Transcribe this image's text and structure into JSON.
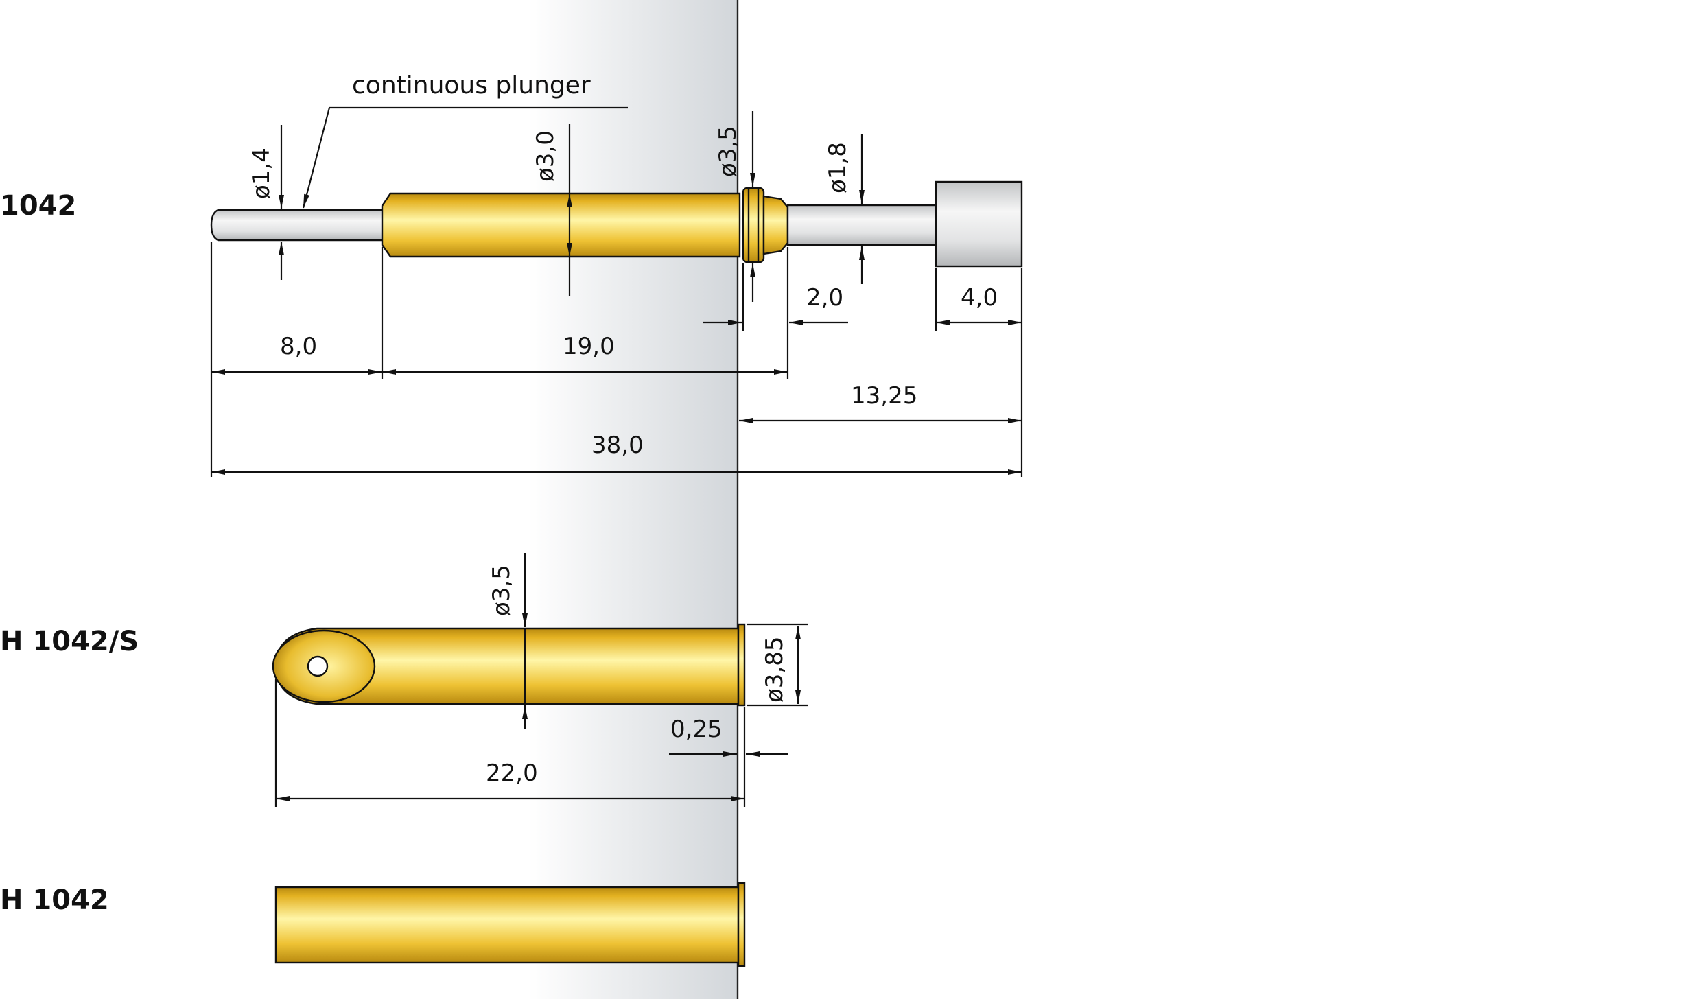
{
  "parts": {
    "probe": {
      "label": "1042"
    },
    "socket_solder": {
      "label": "H 1042/S"
    },
    "socket": {
      "label": "H 1042"
    }
  },
  "annotations": {
    "plunger_note": "continuous plunger"
  },
  "dimensions": {
    "tip_diameter": "ø1,4",
    "barrel_diameter": "ø3,0",
    "collar_diameter": "ø3,5",
    "tail_diameter": "ø1,8",
    "tip_length": "8,0",
    "barrel_length": "19,0",
    "tail_gap": "2,0",
    "head_length": "4,0",
    "protrusion": "13,25",
    "overall_length": "38,0",
    "socket_diameter": "ø3,5",
    "socket_collar_diameter": "ø3,85",
    "socket_collar_thickness": "0,25",
    "socket_length": "22,0"
  },
  "colors": {
    "brass_light": "#fff6a8",
    "brass_mid": "#eec234",
    "brass_dark": "#b88a10",
    "steel_light": "#f4f4f4",
    "steel_dark": "#c2c4c6",
    "mounting_plate": "#d6dade"
  }
}
